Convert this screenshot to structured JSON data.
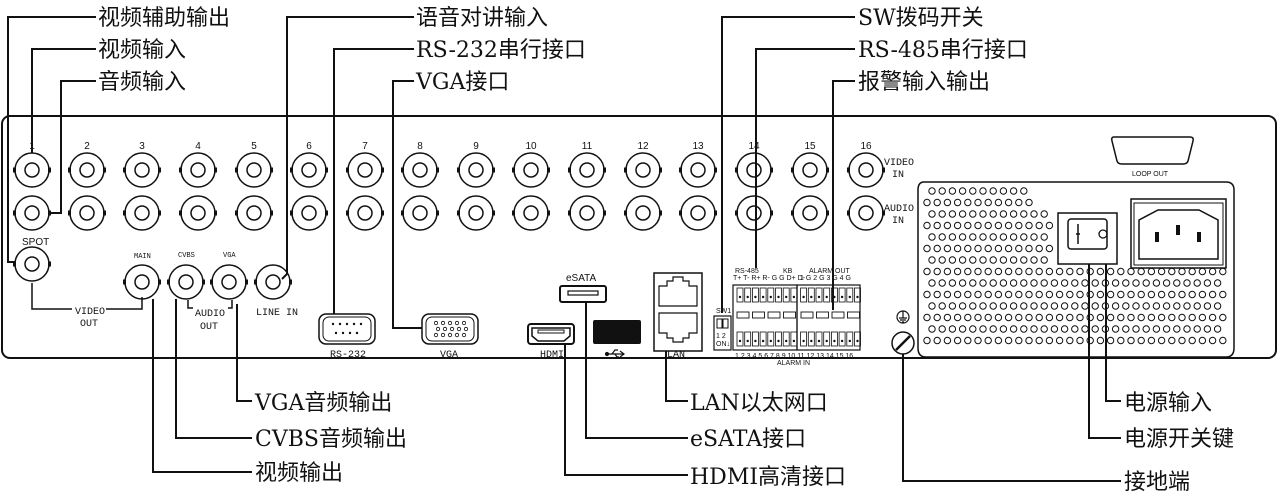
{
  "diagram": {
    "title": "DVR rear panel connector diagram",
    "callouts_top_left": [
      {
        "id": "spot-out",
        "label": "视频辅助输出"
      },
      {
        "id": "video-in",
        "label": "视频输入"
      },
      {
        "id": "audio-in",
        "label": "音频输入"
      }
    ],
    "callouts_top_middle": [
      {
        "id": "line-in",
        "label": "语音对讲输入"
      },
      {
        "id": "rs232",
        "label": "RS-232串行接口"
      },
      {
        "id": "vga",
        "label": "VGA接口"
      }
    ],
    "callouts_top_right": [
      {
        "id": "sw",
        "label": "SW拨码开关"
      },
      {
        "id": "rs485",
        "label": "RS-485串行接口"
      },
      {
        "id": "alarm",
        "label": "报警输入输出"
      }
    ],
    "callouts_bottom_left": [
      {
        "id": "vga-audio",
        "label": "VGA音频输出"
      },
      {
        "id": "cvbs-audio",
        "label": "CVBS音频输出"
      },
      {
        "id": "video-out",
        "label": "视频输出"
      }
    ],
    "callouts_bottom_middle": [
      {
        "id": "lan",
        "label": "LAN以太网口"
      },
      {
        "id": "esata",
        "label": "eSATA接口"
      },
      {
        "id": "hdmi",
        "label": "HDMI高清接口"
      }
    ],
    "callouts_bottom_right": [
      {
        "id": "power-in",
        "label": "电源输入"
      },
      {
        "id": "power-switch",
        "label": "电源开关键"
      },
      {
        "id": "ground",
        "label": "接地端"
      }
    ]
  },
  "panel": {
    "channel_numbers": [
      "1",
      "2",
      "3",
      "4",
      "5",
      "6",
      "7",
      "8",
      "9",
      "10",
      "11",
      "12",
      "13",
      "14",
      "15",
      "16"
    ],
    "video_in_label": [
      "VIDEO",
      "IN"
    ],
    "audio_in_label": [
      "AUDIO",
      "IN"
    ],
    "spot_label": "SPOT",
    "main_label": "MAIN",
    "cvbs_label": "CVBS",
    "vga_audio_label": "VGA",
    "video_out_label": [
      "VIDEO",
      "OUT"
    ],
    "audio_out_label": [
      "AUDIO",
      "OUT"
    ],
    "line_in_label": "LINE IN",
    "rs232_label": "RS-232",
    "vga_label": "VGA",
    "esata_label": "eSATA",
    "hdmi_label": "HDMI",
    "lan_label": "LAN",
    "usb_symbol": "⭠⊸",
    "sw_label": "SW1",
    "sw_positions": "1 2",
    "sw_on": "ON↓",
    "rs485_label": "RS-485",
    "kb_label": "KB",
    "rs485_pins": "T+ T- R+ R- G G D+ D-",
    "alarm_out_label": "ALARM OUT",
    "alarm_out_pins": "1 G 2 G 3 G 4 G",
    "alarm_in_numbers": "1 2 3 4 5 6 7 8   9 10 11 12 13 14 15 16",
    "alarm_in_label": "ALARM IN",
    "loop_out_label": "LOOP OUT",
    "ground_symbol": "⏚"
  }
}
